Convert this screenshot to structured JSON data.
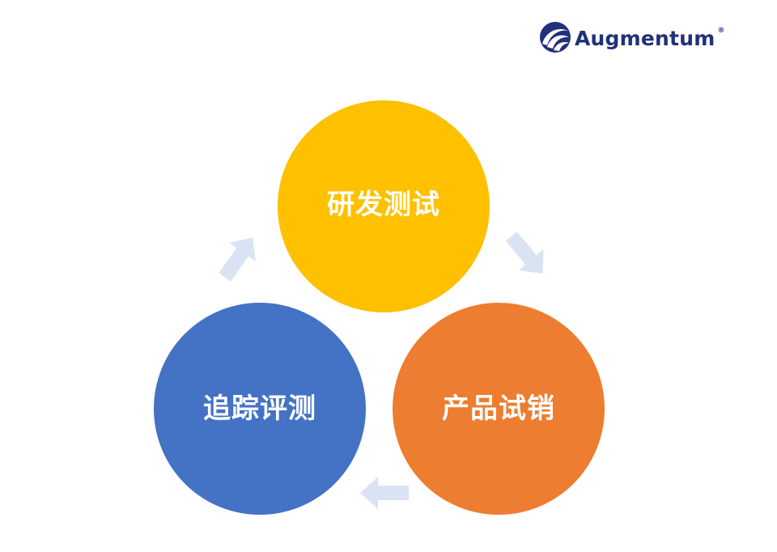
{
  "brand": {
    "name": "Augmentum",
    "registered_mark": "®",
    "color": "#21307a"
  },
  "diagram": {
    "type": "cycle",
    "nodes": [
      {
        "label": "研发测试",
        "color": "#ffc000"
      },
      {
        "label": "产品试销",
        "color": "#ed7d31"
      },
      {
        "label": "追踪评测",
        "color": "#4472c4"
      }
    ],
    "arrow_color": "#dae3f3"
  }
}
